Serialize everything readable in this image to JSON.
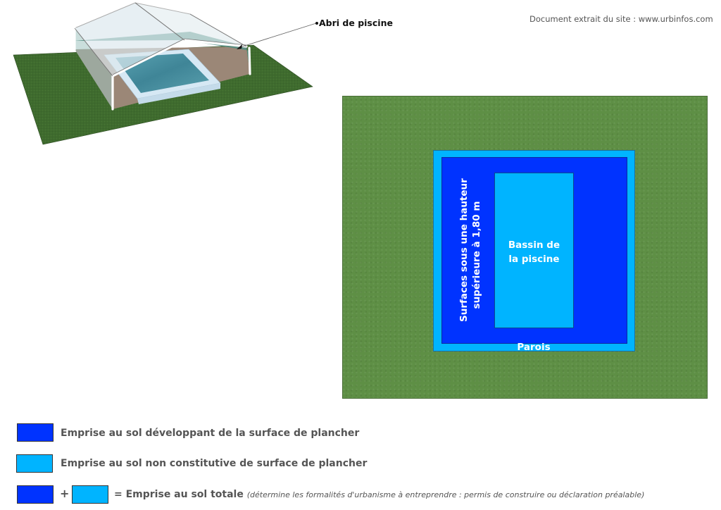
{
  "header": {
    "source_note": "Document extrait du site : www.urbinfos.com"
  },
  "illustration": {
    "callout_label": "Abri de piscine",
    "colors": {
      "grass": "#3f6b2e",
      "deck": "#9b8777",
      "water": "#4a8fa0",
      "coping": "#d6e8f4",
      "glass": "#d9e6ea",
      "glass_dark": "#3f8276",
      "frame": "#ffffff"
    }
  },
  "plan": {
    "labels": {
      "vertical": [
        "Surfaces sous une hauteur",
        "supérieure à 1,80 m"
      ],
      "pool": [
        "Bassin de",
        "la piscine"
      ],
      "walls": "Parois"
    },
    "colors": {
      "ground": "#5e8f45",
      "floor_area": "#0033ff",
      "non_floor_area": "#00b4ff"
    }
  },
  "legend": {
    "items": [
      {
        "swatch": "dark",
        "label": "Emprise au sol développant de la surface de plancher"
      },
      {
        "swatch": "light",
        "label": "Emprise au sol non constitutive de surface de plancher"
      }
    ],
    "total": {
      "plus": "+",
      "equals_label": "= Emprise au sol totale",
      "note": "(détermine les formalités d'urbanisme à entreprendre : permis de construire ou déclaration préalable)"
    }
  }
}
